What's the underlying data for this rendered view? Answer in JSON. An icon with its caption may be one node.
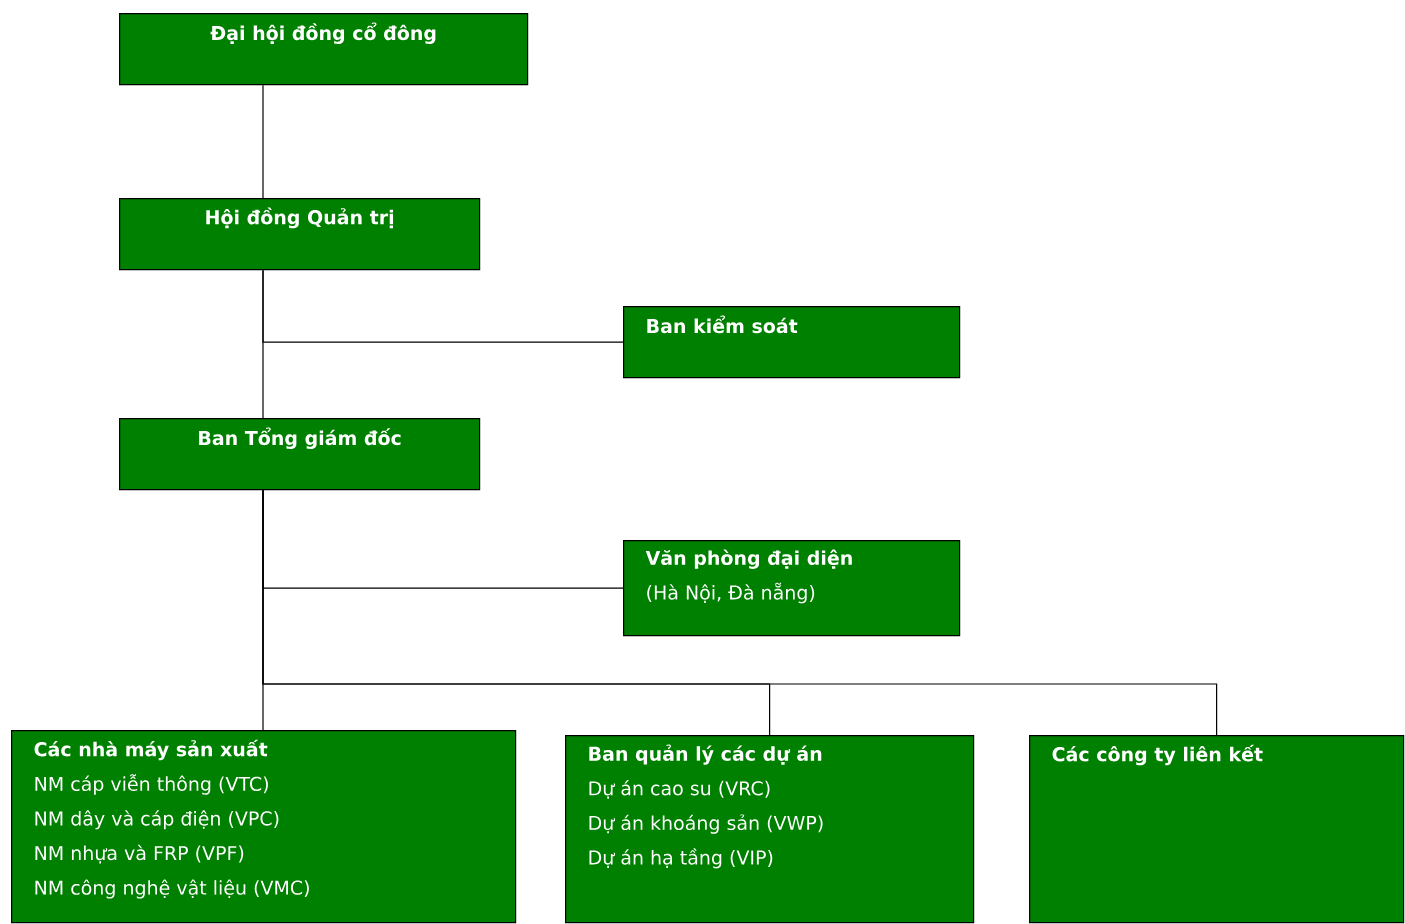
{
  "diagram": {
    "nodes": [
      {
        "text": [
          "Đại hội đồng cổ đông"
        ]
      },
      {
        "text": [
          "Hội đồng Quản trị"
        ]
      },
      {
        "text": [
          "Ban kiểm soát"
        ]
      },
      {
        "text": [
          "Ban Tổng giám đốc"
        ]
      },
      {
        "text": [
          "Văn phòng đại diện",
          "(Hà Nội, Đà nẵng)"
        ]
      },
      {
        "text": [
          "Các nhà máy sản xuất",
          "NM cáp viễn thông (VTC)",
          "NM dây và cáp điện (VPC)",
          "NM nhựa và FRP (VPF)",
          "NM công nghệ vật liệu (VMC)"
        ]
      },
      {
        "text": [
          "Ban quản lý các dự án",
          "Dự án cao su (VRC)",
          "Dự án khoáng sản (VWP)",
          "Dự án hạ tầng (VIP)"
        ]
      },
      {
        "text": [
          "Các công ty liên kết"
        ]
      }
    ],
    "edges": [
      {
        "from": 0,
        "to": 1,
        "arrow": "none"
      },
      {
        "from": 1,
        "to": 2,
        "arrow": "none"
      },
      {
        "from": 1,
        "to": 3,
        "arrow": "none"
      },
      {
        "from": 3,
        "to": 4,
        "arrow": "none"
      },
      {
        "from": 3,
        "to": 5,
        "arrow": "none"
      },
      {
        "from": 3,
        "to": 6,
        "arrow": "none"
      },
      {
        "from": 3,
        "to": 7,
        "arrow": "none"
      }
    ]
  }
}
